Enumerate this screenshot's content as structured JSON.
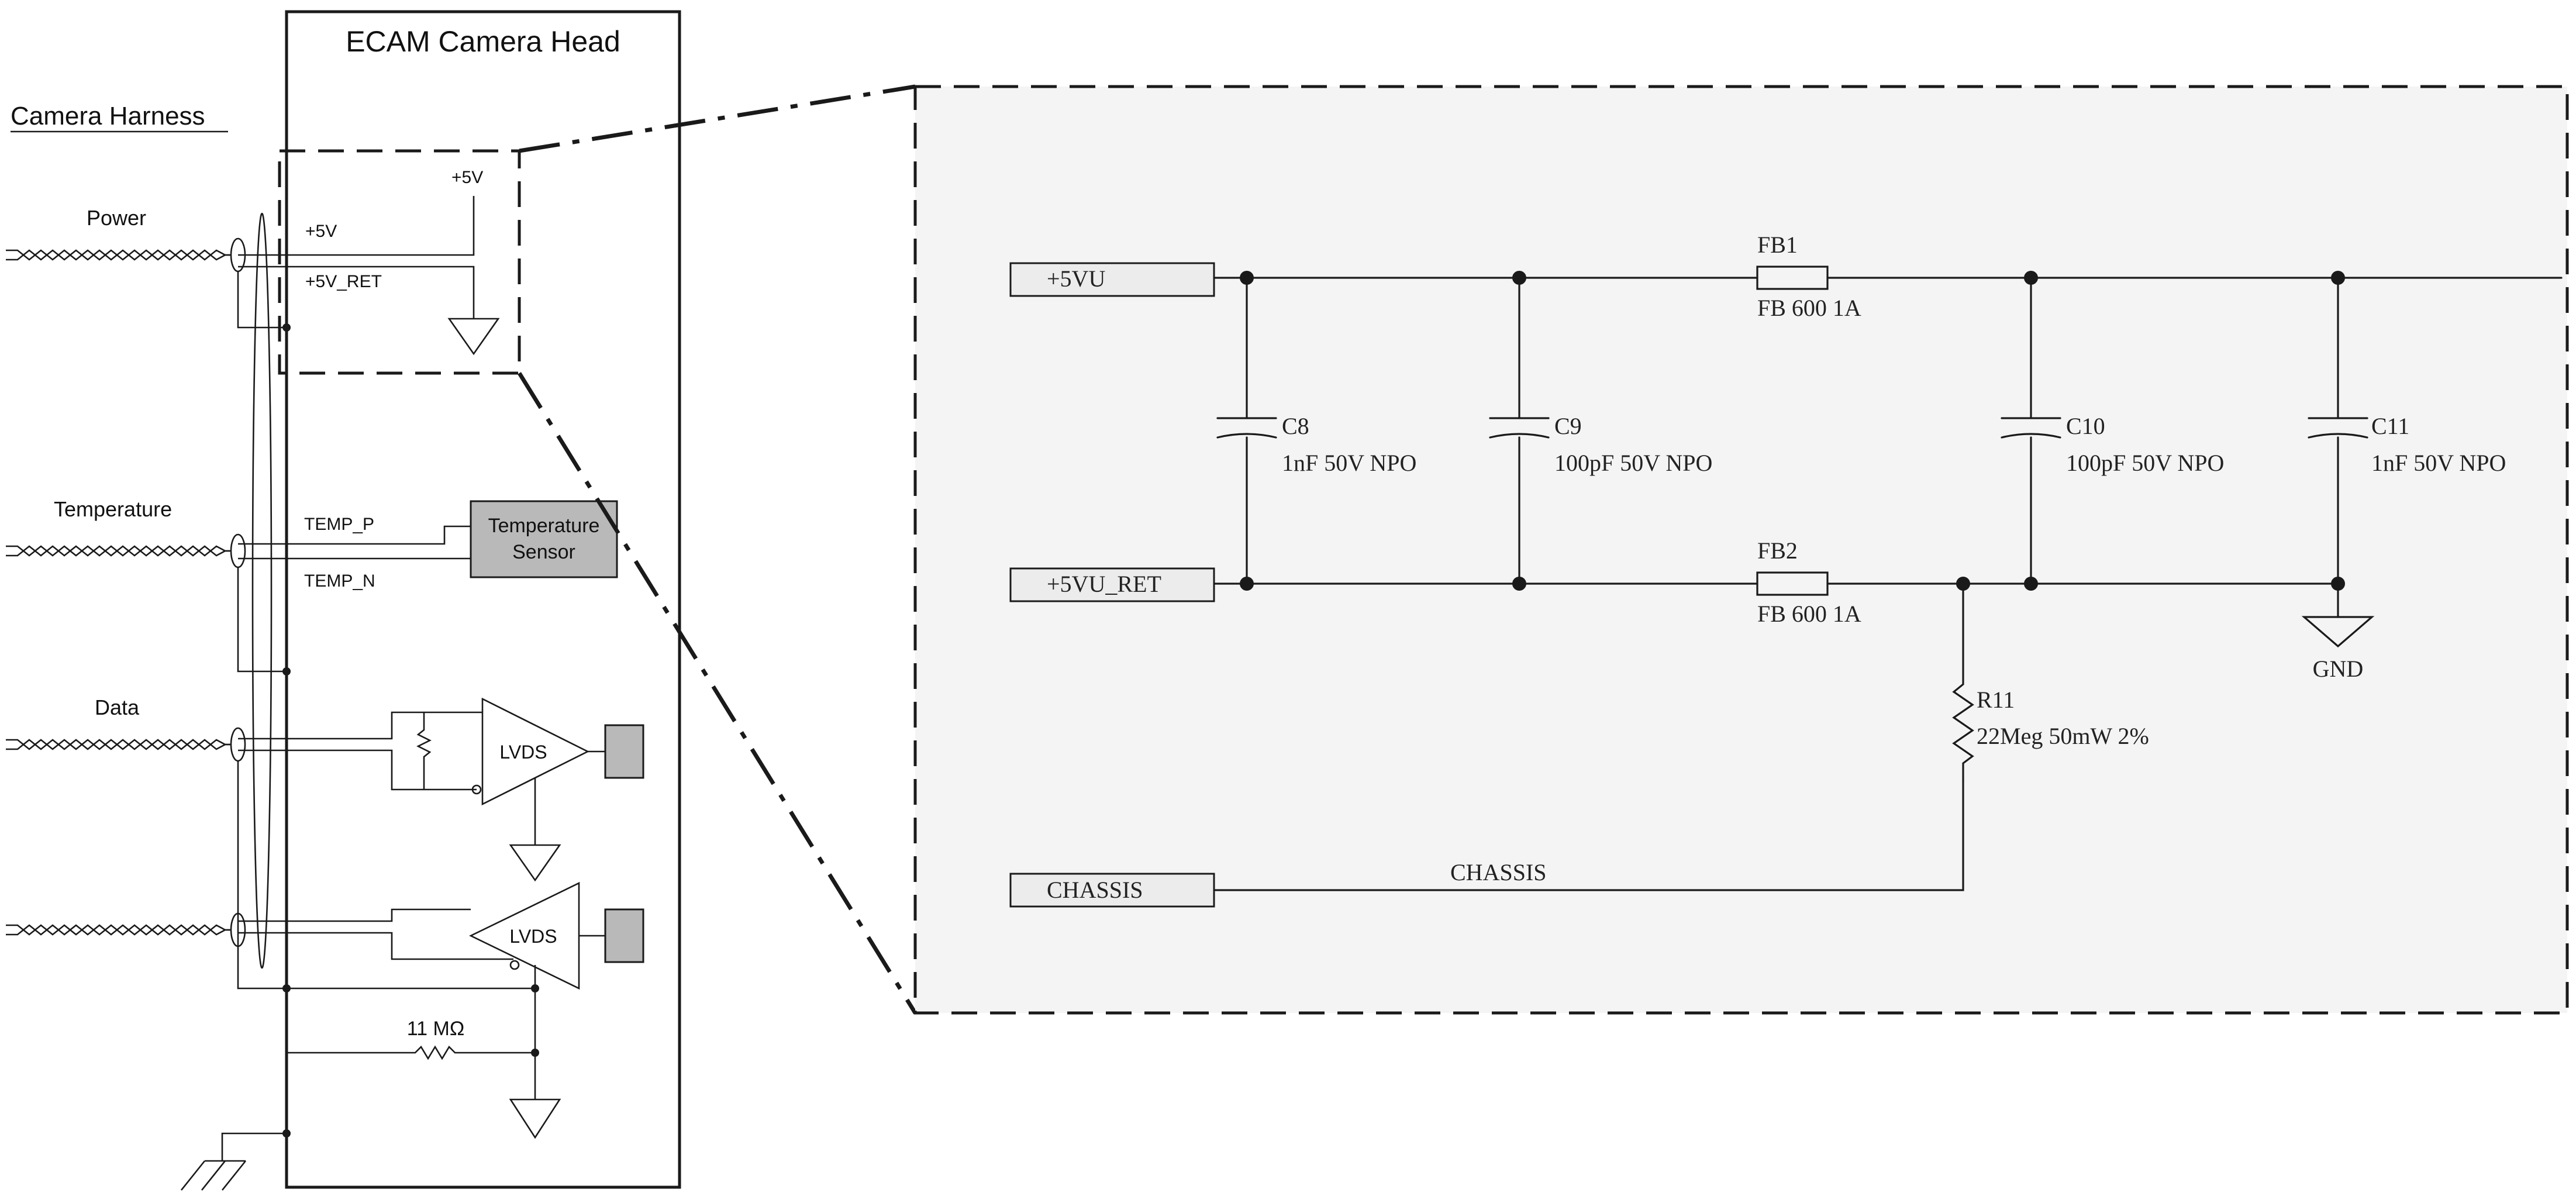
{
  "camera_head_title": "ECAM Camera Head",
  "harness_label": "Camera Harness",
  "harness_signals": {
    "power": "Power",
    "temperature": "Temperature",
    "data": "Data"
  },
  "left_nets": {
    "plus5v": "+5V",
    "plus5v_top": "+5V",
    "plus5v_ret": "+5V_RET",
    "temp_p": "TEMP_P",
    "temp_n": "TEMP_N"
  },
  "temperature_sensor": {
    "line1": "Temperature",
    "line2": "Sensor"
  },
  "lvds_label": "LVDS",
  "resistor_11m": "11 MΩ",
  "detail": {
    "ports": {
      "plus5vu": "+5VU",
      "plus5vu_ret": "+5VU_RET",
      "chassis": "CHASSIS"
    },
    "ferrite_beads": [
      {
        "ref": "FB1",
        "value": "FB 600 1A"
      },
      {
        "ref": "FB2",
        "value": "FB 600 1A"
      }
    ],
    "capacitors": [
      {
        "ref": "C8",
        "value": "1nF 50V NPO"
      },
      {
        "ref": "C9",
        "value": "100pF 50V NPO"
      },
      {
        "ref": "C10",
        "value": "100pF 50V NPO"
      },
      {
        "ref": "C11",
        "value": "1nF 50V NPO"
      }
    ],
    "resistor": {
      "ref": "R11",
      "value": "22Meg 50mW 2%"
    },
    "gnd_label": "GND",
    "chassis_net": "CHASSIS"
  }
}
